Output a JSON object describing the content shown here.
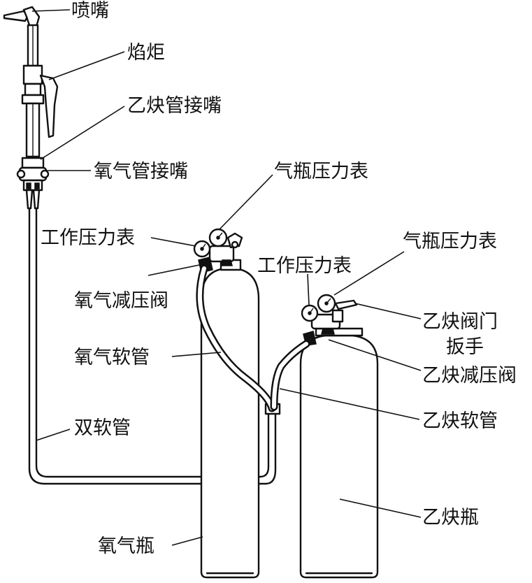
{
  "labels": {
    "nozzle": "喷嘴",
    "torch": "焰炬",
    "acetylene_connector": "乙炔管接嘴",
    "oxygen_connector": "氧气管接嘴",
    "oxygen_cylinder_gauge": "气瓶压力表",
    "oxygen_working_gauge": "工作压力表",
    "oxygen_regulator": "氧气减压阀",
    "oxygen_hose": "氧气软管",
    "twin_hose": "双软管",
    "oxygen_cylinder": "氧气瓶",
    "acetylene_working_gauge": "工作压力表",
    "acetylene_cylinder_gauge": "气瓶压力表",
    "acetylene_valve_wrench_line1": "乙炔阀门",
    "acetylene_valve_wrench_line2": "扳手",
    "acetylene_regulator": "乙炔减压阀",
    "acetylene_hose": "乙炔软管",
    "acetylene_cylinder": "乙炔瓶"
  }
}
